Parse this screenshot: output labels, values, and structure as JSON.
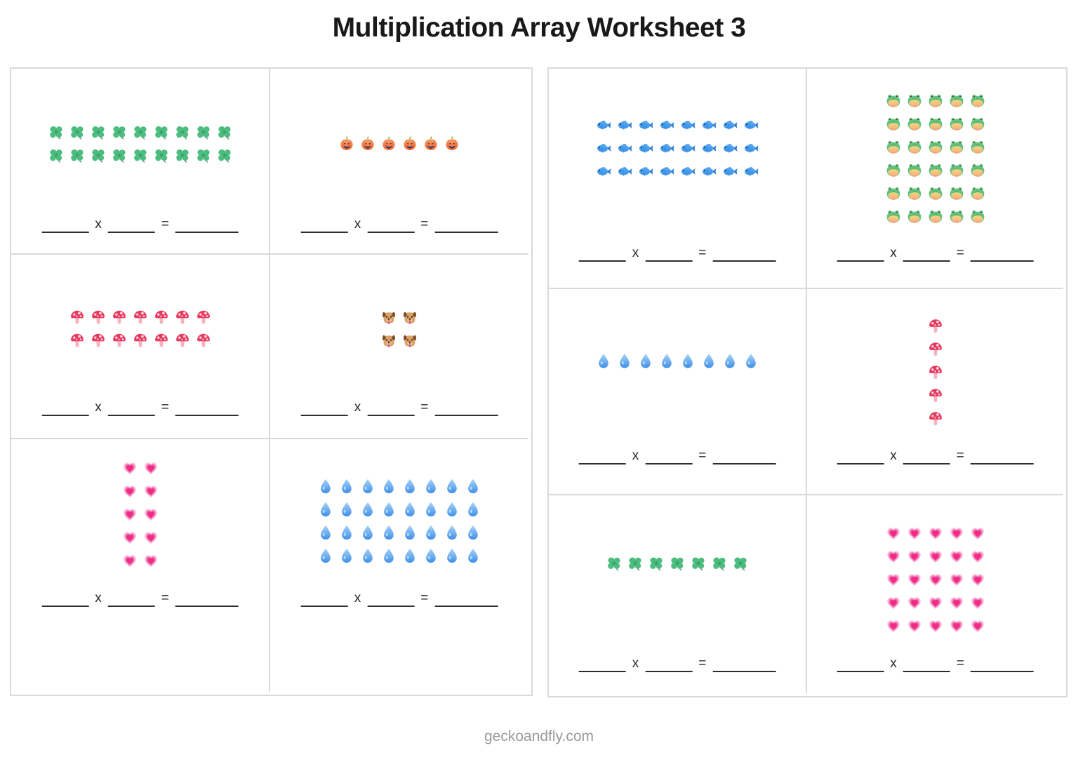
{
  "title": "Multiplication Array Worksheet 3",
  "footer": "geckoandfly.com",
  "equation": {
    "multiply_symbol": "x",
    "equals_symbol": "="
  },
  "icons": {
    "clover": {
      "label": "four-leaf-clover",
      "unicode": "🍀",
      "color": "#4cbc7f"
    },
    "pumpkin": {
      "label": "jack-o-lantern",
      "unicode": "🎃",
      "color": "#f4743c"
    },
    "mushroom": {
      "label": "mushroom",
      "unicode": "🍄",
      "color": "#e63a5f"
    },
    "dog": {
      "label": "dog-face",
      "unicode": "🐶",
      "color": "#d9a068"
    },
    "heart": {
      "label": "growing-heart",
      "unicode": "💗",
      "color": "#ef2c85"
    },
    "droplet": {
      "label": "droplet",
      "unicode": "💧",
      "color": "#4795ea"
    },
    "fish": {
      "label": "fish",
      "unicode": "🐟",
      "color": "#3d9bf5"
    },
    "frog": {
      "label": "frog-face",
      "unicode": "🐸",
      "color": "#5fc37d"
    }
  },
  "panels": [
    {
      "name": "left",
      "cells": [
        {
          "icon": "clover",
          "rows": 2,
          "cols": 9
        },
        {
          "icon": "pumpkin",
          "rows": 1,
          "cols": 6
        },
        {
          "icon": "mushroom",
          "rows": 2,
          "cols": 7
        },
        {
          "icon": "dog",
          "rows": 2,
          "cols": 2
        },
        {
          "icon": "heart",
          "rows": 5,
          "cols": 2
        },
        {
          "icon": "droplet",
          "rows": 4,
          "cols": 8
        }
      ]
    },
    {
      "name": "right",
      "cells": [
        {
          "icon": "fish",
          "rows": 3,
          "cols": 8
        },
        {
          "icon": "frog",
          "rows": 6,
          "cols": 5
        },
        {
          "icon": "droplet",
          "rows": 1,
          "cols": 8
        },
        {
          "icon": "mushroom",
          "rows": 5,
          "cols": 1
        },
        {
          "icon": "clover",
          "rows": 1,
          "cols": 7
        },
        {
          "icon": "heart",
          "rows": 5,
          "cols": 5
        }
      ]
    }
  ]
}
